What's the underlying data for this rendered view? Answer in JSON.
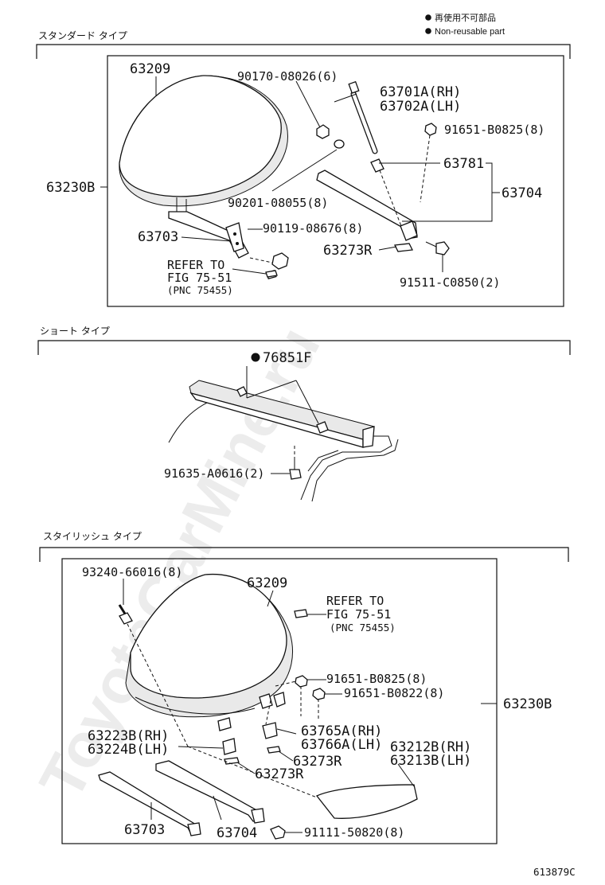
{
  "legend": {
    "jp": "再使用不可部品",
    "en": "Non-reusable part"
  },
  "figure_code": "613879C",
  "watermark": "ToyotaCarMine.ru",
  "sections": {
    "standard": {
      "title": "スタンダード タイプ",
      "labels": {
        "p63209": "63209",
        "p90170": "90170-08026(6)",
        "p63701": "63701A(RH)",
        "p63702": "63702A(LH)",
        "p91651": "91651-B0825(8)",
        "p63781": "63781",
        "p63704": "63704",
        "p63230b": "63230B",
        "p90201": "90201-08055(8)",
        "p90119": "90119-08676(8)",
        "p63703": "63703",
        "p63273r": "63273R",
        "p91511": "91511-C0850(2)",
        "refer1": "REFER TO",
        "refer2": "FIG 75-51",
        "refer3": "(PNC 75455)"
      }
    },
    "short": {
      "title": "ショート タイプ",
      "labels": {
        "p76851f": "76851F",
        "p91635": "91635-A0616(2)"
      }
    },
    "stylish": {
      "title": "スタイリッシュ タイプ",
      "labels": {
        "p93240": "93240-66016(8)",
        "p63209": "63209",
        "refer1": "REFER TO",
        "refer2": "FIG 75-51",
        "refer3": "(PNC 75455)",
        "p91651a": "91651-B0825(8)",
        "p91651b": "91651-B0822(8)",
        "p63230b": "63230B",
        "p63223b": "63223B(RH)",
        "p63224b": "63224B(LH)",
        "p63765a": "63765A(RH)",
        "p63766a": "63766A(LH)",
        "p63273r_a": "63273R",
        "p63212b": "63212B(RH)",
        "p63213b": "63213B(LH)",
        "p63273r_b": "63273R",
        "p63703": "63703",
        "p63704": "63704",
        "p91111": "91111-50820(8)"
      }
    }
  }
}
